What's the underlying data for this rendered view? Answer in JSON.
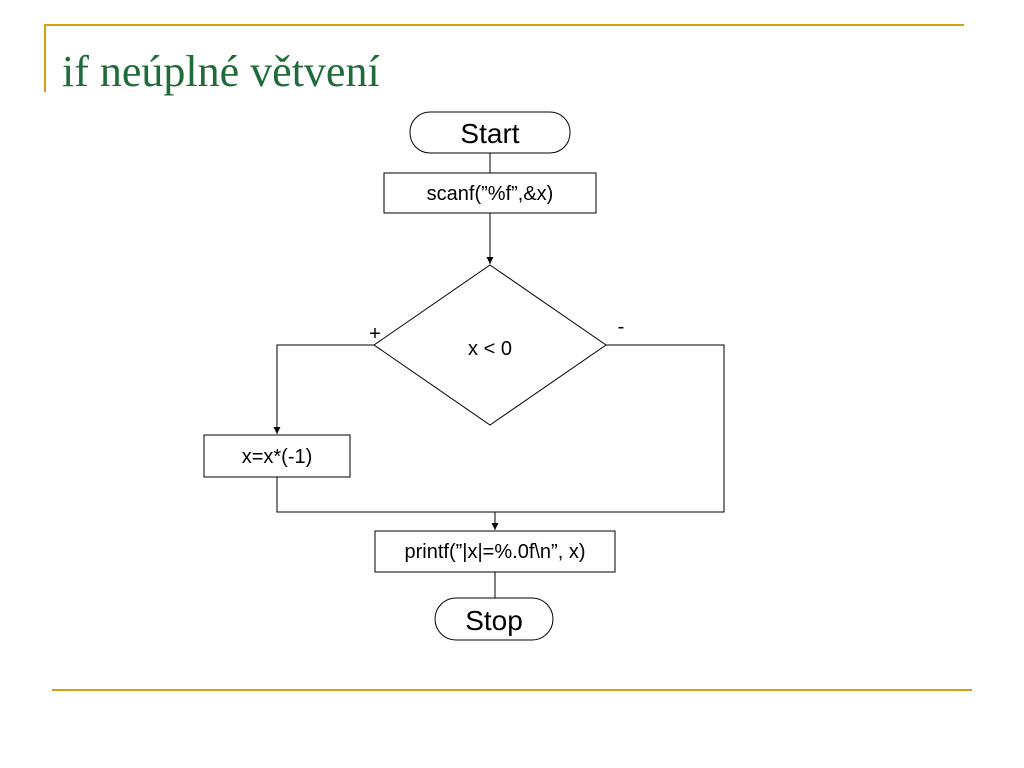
{
  "slide": {
    "title": "if neúplné větvení",
    "title_color": "#1f6b3a",
    "accent_color": "#d4a017"
  },
  "flowchart": {
    "start_label": "Start",
    "input_label": "scanf(”%f”,&x)",
    "condition_label": "x < 0",
    "true_branch_label": "+",
    "false_branch_label": "-",
    "negate_label": "x=x*(-1)",
    "output_label": "printf(”|x|=%.0f\\n”, x)",
    "stop_label": "Stop"
  }
}
